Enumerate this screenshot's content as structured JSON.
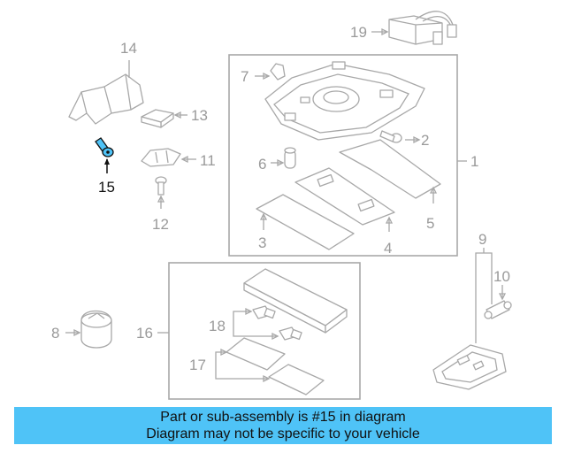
{
  "diagram": {
    "callouts": {
      "c1": "1",
      "c2": "2",
      "c3": "3",
      "c4": "4",
      "c5": "5",
      "c6": "6",
      "c7": "7",
      "c8": "8",
      "c9": "9",
      "c10": "10",
      "c11": "11",
      "c12": "12",
      "c13": "13",
      "c14": "14",
      "c15": "15",
      "c16": "16",
      "c17": "17",
      "c18": "18",
      "c19": "19"
    },
    "highlight_color": "#4fc3f7",
    "highlighted_part": "15"
  },
  "banner": {
    "line1": "Part or sub-assembly is #15 in diagram",
    "line2": "Diagram may not be specific to your vehicle",
    "background": "#4fc3f7"
  }
}
